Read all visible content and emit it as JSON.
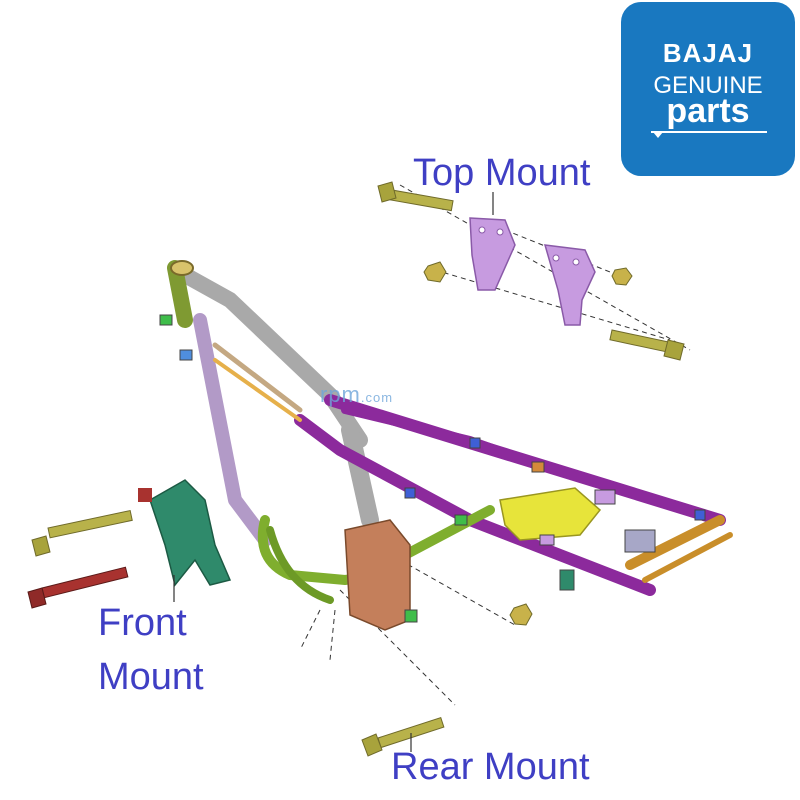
{
  "logo": {
    "brand": "BAJAJ",
    "line1": "GENUINE",
    "line2": "parts"
  },
  "watermark": {
    "main": "rpm",
    "suffix": ".com"
  },
  "labels": {
    "top_mount": "Top Mount",
    "front_mount_line1": "Front",
    "front_mount_line2": "Mount",
    "rear_mount": "Rear Mount"
  },
  "colors": {
    "label": "#3f3fc4",
    "logo_bg": "#1978c0",
    "frame_grey": "#a9a9a9",
    "frame_purple": "#8c2a9c",
    "lavender": "#c79be0",
    "pink": "#d9a0d6",
    "olive_green": "#7fae2e",
    "teal": "#2f8a6b",
    "yellow": "#e7e43a",
    "copper": "#c47f5b",
    "bolt_olive": "#b8b24a",
    "bolt_red": "#a8322f",
    "mustard": "#c98e2a"
  }
}
